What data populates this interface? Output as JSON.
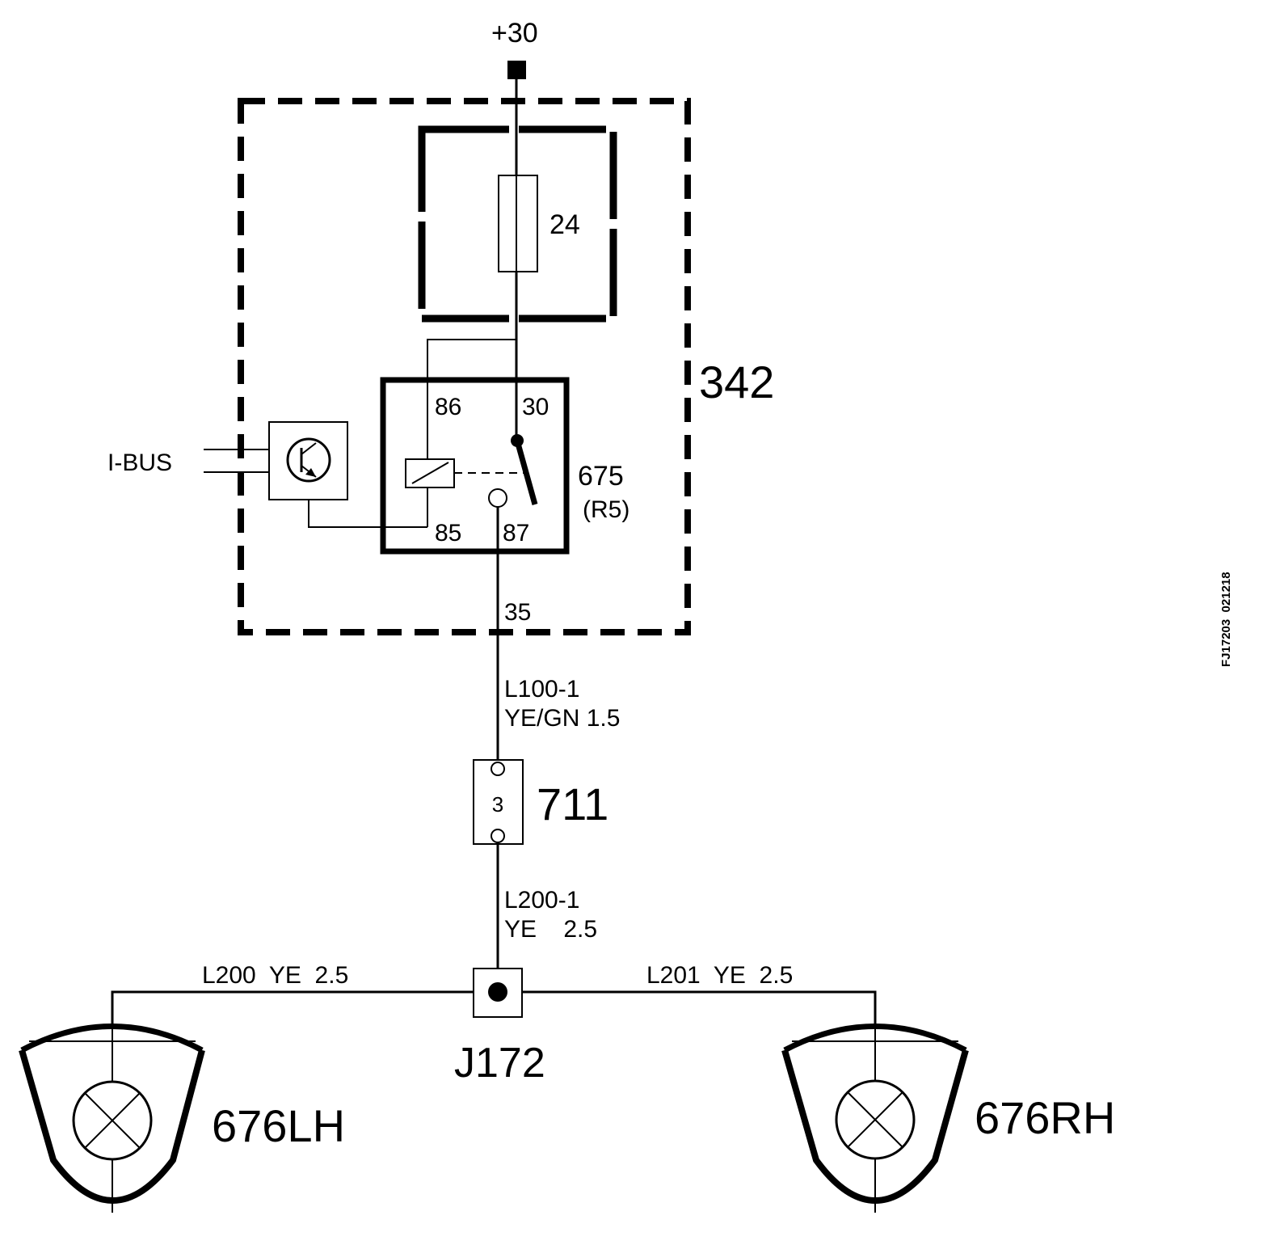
{
  "supply": {
    "label": "+30"
  },
  "module": {
    "id": "342"
  },
  "fuse": {
    "number": "24"
  },
  "relay": {
    "id": "675",
    "ref": "(R5)",
    "pins": {
      "p86": "86",
      "p30": "30",
      "p85": "85",
      "p87": "87"
    }
  },
  "bus": {
    "label": "I-BUS"
  },
  "output_pin": "35",
  "wires": {
    "w1": {
      "id": "L100-1",
      "spec": "YE/GN 1.5"
    },
    "w2": {
      "id": "L200-1",
      "spec": "YE    2.5"
    },
    "left": "L200  YE  2.5",
    "right": "L201  YE  2.5"
  },
  "connector": {
    "id": "711",
    "pin": "3"
  },
  "junction": {
    "id": "J172"
  },
  "lamps": {
    "left": "676LH",
    "right": "676RH"
  },
  "figure_code": "FJ17203  021218"
}
